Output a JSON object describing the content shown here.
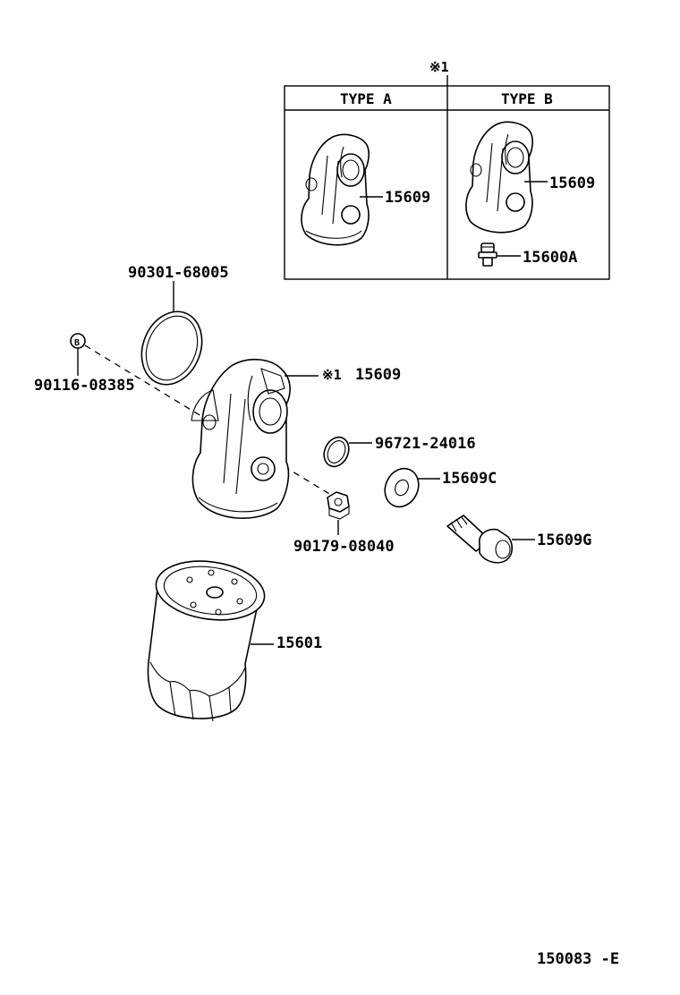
{
  "note_marker": "※1",
  "inset": {
    "type_a": {
      "header": "TYPE A",
      "part": "15609"
    },
    "type_b": {
      "header": "TYPE B",
      "part": "15609",
      "part2": "15600A"
    }
  },
  "parts": {
    "oring_large": "90301-68005",
    "plug": "90116-08385",
    "bracket_marker": "※1",
    "bracket": "15609",
    "gasket_small": "96721-24016",
    "washer": "15609C",
    "nut": "90179-08040",
    "union_bolt": "15609G",
    "oil_filter": "15601"
  },
  "figure_id": "150083 -E"
}
